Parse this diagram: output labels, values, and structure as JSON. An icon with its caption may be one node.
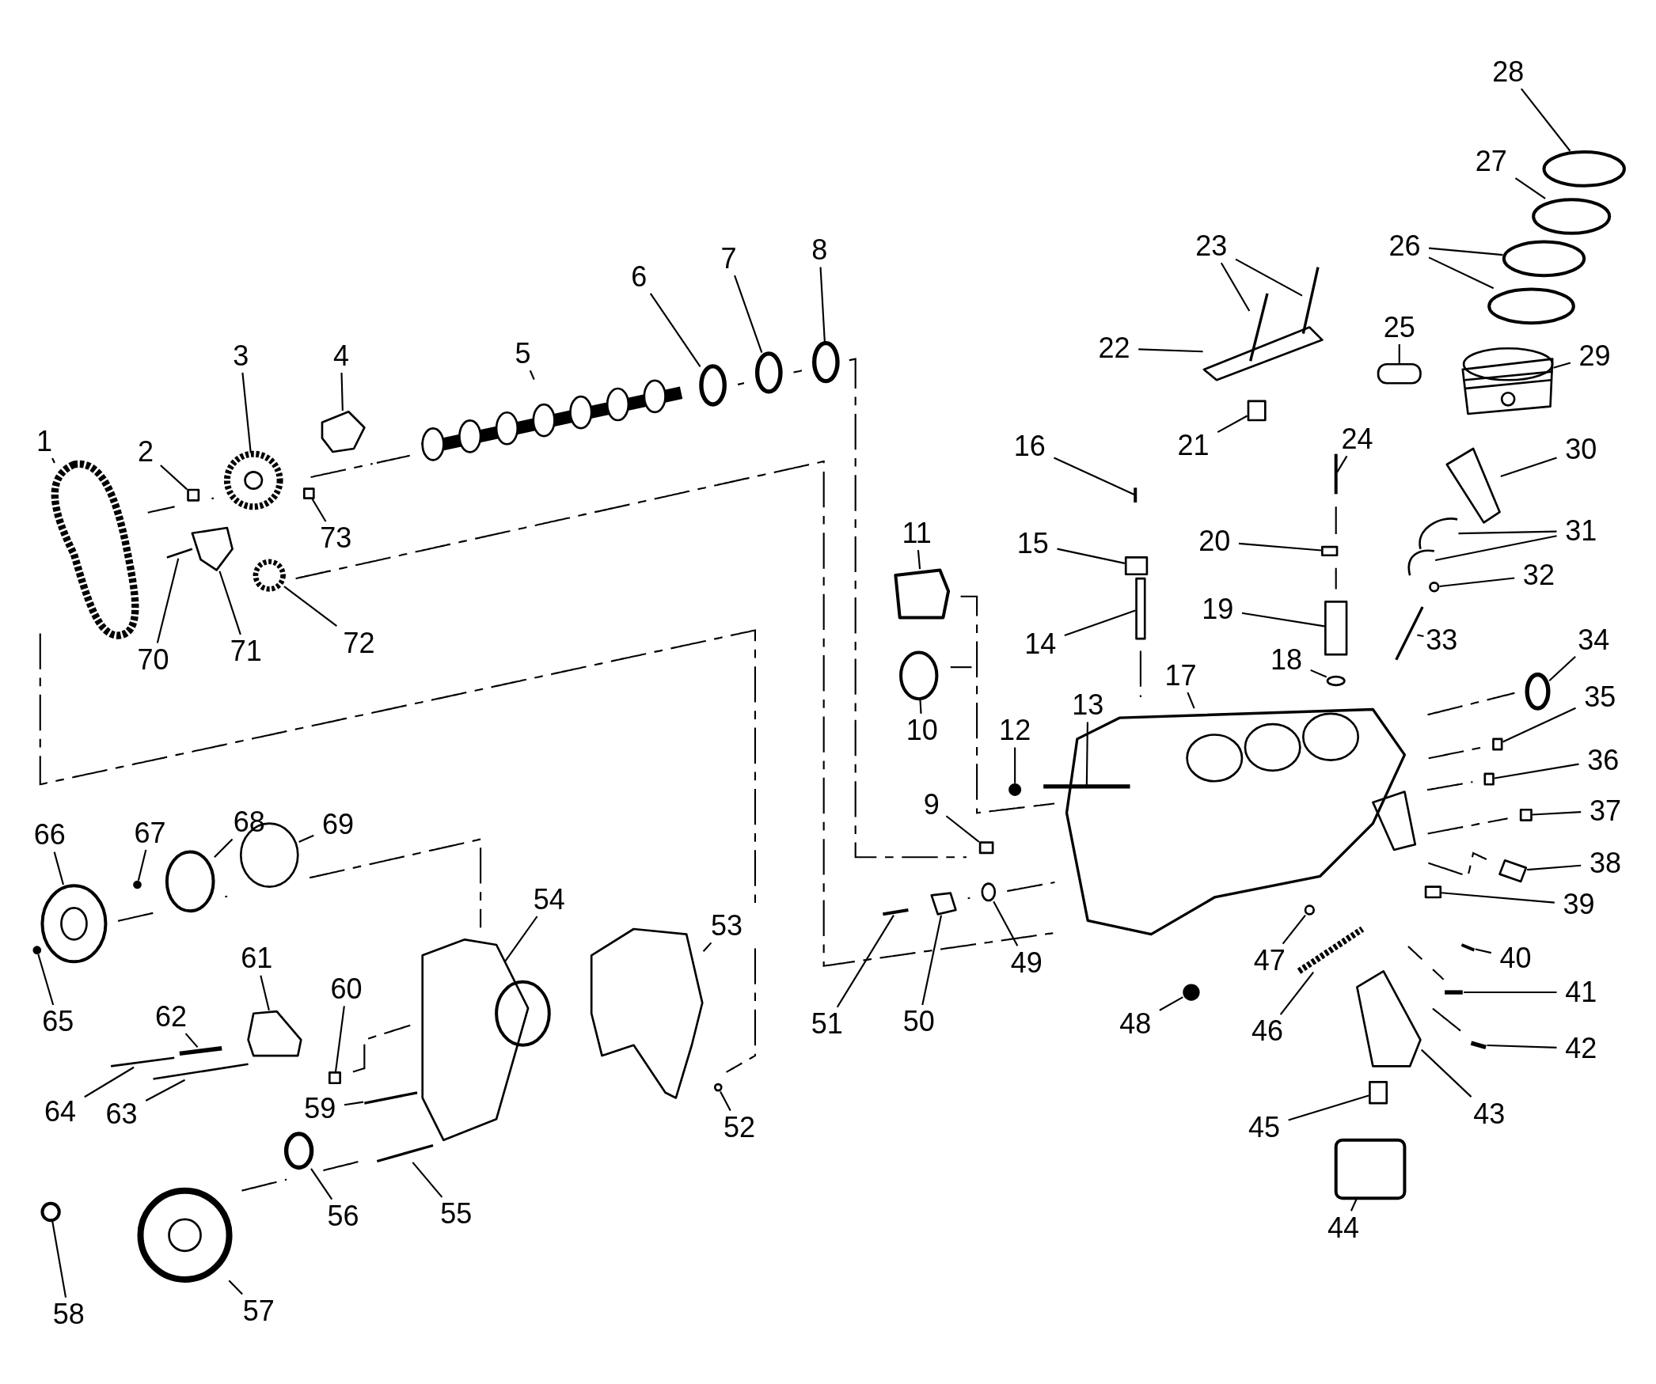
{
  "diagram": {
    "nodes": [
      {
        "text": [
          "1"
        ]
      },
      {
        "text": [
          "2"
        ]
      },
      {
        "text": [
          "3"
        ]
      },
      {
        "text": [
          "4"
        ]
      },
      {
        "text": [
          "5"
        ]
      },
      {
        "text": [
          "6"
        ]
      },
      {
        "text": [
          "7"
        ]
      },
      {
        "text": [
          "8"
        ]
      },
      {
        "text": [
          "9"
        ]
      },
      {
        "text": [
          "10"
        ]
      },
      {
        "text": [
          "11"
        ]
      },
      {
        "text": [
          "12"
        ]
      },
      {
        "text": [
          "13"
        ]
      },
      {
        "text": [
          "14"
        ]
      },
      {
        "text": [
          "15"
        ]
      },
      {
        "text": [
          "16"
        ]
      },
      {
        "text": [
          "17"
        ]
      },
      {
        "text": [
          "18"
        ]
      },
      {
        "text": [
          "19"
        ]
      },
      {
        "text": [
          "20"
        ]
      },
      {
        "text": [
          "21"
        ]
      },
      {
        "text": [
          "22"
        ]
      },
      {
        "text": [
          "23"
        ]
      },
      {
        "text": [
          "24"
        ]
      },
      {
        "text": [
          "25"
        ]
      },
      {
        "text": [
          "26"
        ]
      },
      {
        "text": [
          "27"
        ]
      },
      {
        "text": [
          "28"
        ]
      },
      {
        "text": [
          "29"
        ]
      },
      {
        "text": [
          "30"
        ]
      },
      {
        "text": [
          "31"
        ]
      },
      {
        "text": [
          "32"
        ]
      },
      {
        "text": [
          "33"
        ]
      },
      {
        "text": [
          "34"
        ]
      },
      {
        "text": [
          "35"
        ]
      },
      {
        "text": [
          "36"
        ]
      },
      {
        "text": [
          "37"
        ]
      },
      {
        "text": [
          "38"
        ]
      },
      {
        "text": [
          "39"
        ]
      },
      {
        "text": [
          "40"
        ]
      },
      {
        "text": [
          "41"
        ]
      },
      {
        "text": [
          "42"
        ]
      },
      {
        "text": [
          "43"
        ]
      },
      {
        "text": [
          "44"
        ]
      },
      {
        "text": [
          "45"
        ]
      },
      {
        "text": [
          "46"
        ]
      },
      {
        "text": [
          "47"
        ]
      },
      {
        "text": [
          "48"
        ]
      },
      {
        "text": [
          "49"
        ]
      },
      {
        "text": [
          "50"
        ]
      },
      {
        "text": [
          "51"
        ]
      },
      {
        "text": [
          "52"
        ]
      },
      {
        "text": [
          "53"
        ]
      },
      {
        "text": [
          "54"
        ]
      },
      {
        "text": [
          "55"
        ]
      },
      {
        "text": [
          "56"
        ]
      },
      {
        "text": [
          "57"
        ]
      },
      {
        "text": [
          "58"
        ]
      },
      {
        "text": [
          "59"
        ]
      },
      {
        "text": [
          "60"
        ]
      },
      {
        "text": [
          "61"
        ]
      },
      {
        "text": [
          "62"
        ]
      },
      {
        "text": [
          "63"
        ]
      },
      {
        "text": [
          "64"
        ]
      },
      {
        "text": [
          "65"
        ]
      },
      {
        "text": [
          "66"
        ]
      },
      {
        "text": [
          "67"
        ]
      },
      {
        "text": [
          "68"
        ]
      },
      {
        "text": [
          "69"
        ]
      },
      {
        "text": [
          "70"
        ]
      },
      {
        "text": [
          "71"
        ]
      },
      {
        "text": [
          "72"
        ]
      },
      {
        "text": [
          "73"
        ]
      },
      {
        "text": [],
        "shape": "picture"
      },
      {
        "text": [],
        "shape": "box"
      },
      {
        "text": [],
        "shape": "picture"
      },
      {
        "text": [],
        "shape": "picture"
      },
      {
        "text": [],
        "shape": "picture"
      },
      {
        "text": [],
        "shape": "circle"
      },
      {
        "text": [],
        "shape": "circle"
      },
      {
        "text": [],
        "shape": "circle"
      },
      {
        "text": [],
        "shape": "box"
      },
      {
        "text": [],
        "shape": "circle"
      },
      {
        "text": [],
        "shape": "picture"
      },
      {
        "text": [],
        "shape": "circle"
      },
      {
        "text": [],
        "shape": "picture"
      },
      {
        "text": [],
        "shape": "box"
      },
      {
        "text": [],
        "shape": "box"
      },
      {
        "text": [],
        "shape": "picture"
      },
      {
        "text": [],
        "shape": "picture"
      },
      {
        "text": [],
        "shape": "circle"
      },
      {
        "text": [],
        "shape": "box"
      },
      {
        "text": [],
        "shape": "box"
      },
      {
        "text": [],
        "shape": "box"
      },
      {
        "text": [],
        "shape": "picture"
      },
      {
        "text": [],
        "shape": "picture"
      },
      {
        "text": [],
        "shape": "picture"
      },
      {
        "text": [],
        "shape": "picture"
      },
      {
        "text": [],
        "shape": "box"
      },
      {
        "text": [],
        "shape": "circle"
      },
      {
        "text": [],
        "shape": "circle"
      },
      {
        "text": [],
        "shape": "circle"
      },
      {
        "text": [],
        "shape": "circle"
      },
      {
        "text": [],
        "shape": "picture"
      },
      {
        "text": [],
        "shape": "picture"
      },
      {
        "text": [],
        "shape": "picture"
      },
      {
        "text": [],
        "shape": "picture"
      },
      {
        "text": [],
        "shape": "circle"
      },
      {
        "text": [],
        "shape": "picture"
      },
      {
        "text": [],
        "shape": "circle"
      },
      {
        "text": [],
        "shape": "box"
      },
      {
        "text": [],
        "shape": "box"
      },
      {
        "text": [],
        "shape": "box"
      },
      {
        "text": [],
        "shape": "picture"
      },
      {
        "text": [],
        "shape": "box"
      },
      {
        "text": [],
        "shape": "picture"
      },
      {
        "text": [],
        "shape": "picture"
      },
      {
        "text": [],
        "shape": "picture"
      },
      {
        "text": [],
        "shape": "picture"
      },
      {
        "text": [],
        "shape": "box"
      },
      {
        "text": [],
        "shape": "box"
      },
      {
        "text": [],
        "shape": "picture"
      },
      {
        "text": [],
        "shape": "circle"
      },
      {
        "text": [],
        "shape": "circle"
      },
      {
        "text": [],
        "shape": "circle"
      },
      {
        "text": [],
        "shape": "picture"
      },
      {
        "text": [],
        "shape": "picture"
      },
      {
        "text": [],
        "shape": "circle"
      },
      {
        "text": [],
        "shape": "picture"
      },
      {
        "text": [],
        "shape": "picture"
      },
      {
        "text": [],
        "shape": "picture"
      },
      {
        "text": [],
        "shape": "circle"
      },
      {
        "text": [],
        "shape": "picture"
      },
      {
        "text": [],
        "shape": "circle"
      },
      {
        "text": [],
        "shape": "picture"
      },
      {
        "text": [],
        "shape": "box"
      },
      {
        "text": [],
        "shape": "picture"
      },
      {
        "text": [],
        "shape": "picture"
      },
      {
        "text": [],
        "shape": "picture"
      },
      {
        "text": [],
        "shape": "picture"
      },
      {
        "text": [],
        "shape": "circle"
      },
      {
        "text": [],
        "shape": "picture"
      },
      {
        "text": [],
        "shape": "circle"
      },
      {
        "text": [],
        "shape": "circle"
      },
      {
        "text": [],
        "shape": "circle"
      },
      {
        "text": [],
        "shape": "picture"
      },
      {
        "text": [],
        "shape": "picture"
      },
      {
        "text": [],
        "shape": "circle"
      },
      {
        "text": [],
        "shape": "box"
      }
    ],
    "edges": [
      {
        "from": 0,
        "to": 73,
        "arrow": "none"
      },
      {
        "from": 1,
        "to": 74,
        "arrow": "none"
      },
      {
        "from": 2,
        "to": 75,
        "arrow": "none"
      },
      {
        "from": 3,
        "to": 76,
        "arrow": "none"
      },
      {
        "from": 4,
        "to": 77,
        "arrow": "none"
      },
      {
        "from": 5,
        "to": 78,
        "arrow": "none"
      },
      {
        "from": 6,
        "to": 79,
        "arrow": "none"
      },
      {
        "from": 7,
        "to": 80,
        "arrow": "none"
      },
      {
        "from": 8,
        "to": 81,
        "arrow": "none"
      },
      {
        "from": 9,
        "to": 82,
        "arrow": "none"
      },
      {
        "from": 10,
        "to": 83,
        "arrow": "none"
      },
      {
        "from": 11,
        "to": 84,
        "arrow": "none"
      },
      {
        "from": 12,
        "to": 85,
        "arrow": "none"
      },
      {
        "from": 13,
        "to": 86,
        "arrow": "none"
      },
      {
        "from": 14,
        "to": 87,
        "arrow": "none"
      },
      {
        "from": 15,
        "to": 88,
        "arrow": "none"
      },
      {
        "from": 16,
        "to": 89,
        "arrow": "none"
      },
      {
        "from": 17,
        "to": 90,
        "arrow": "none"
      },
      {
        "from": 18,
        "to": 91,
        "arrow": "none"
      },
      {
        "from": 19,
        "to": 92,
        "arrow": "none"
      },
      {
        "from": 20,
        "to": 93,
        "arrow": "none"
      },
      {
        "from": 21,
        "to": 94,
        "arrow": "none"
      },
      {
        "from": 22,
        "to": 95,
        "arrow": "none"
      },
      {
        "from": 22,
        "to": 96,
        "arrow": "none"
      },
      {
        "from": 23,
        "to": 97,
        "arrow": "none"
      },
      {
        "from": 24,
        "to": 98,
        "arrow": "none"
      },
      {
        "from": 25,
        "to": 99,
        "arrow": "none"
      },
      {
        "from": 25,
        "to": 100,
        "arrow": "none"
      },
      {
        "from": 26,
        "to": 101,
        "arrow": "none"
      },
      {
        "from": 27,
        "to": 102,
        "arrow": "none"
      },
      {
        "from": 28,
        "to": 103,
        "arrow": "none"
      },
      {
        "from": 29,
        "to": 104,
        "arrow": "none"
      },
      {
        "from": 30,
        "to": 105,
        "arrow": "none"
      },
      {
        "from": 30,
        "to": 106,
        "arrow": "none"
      },
      {
        "from": 31,
        "to": 107,
        "arrow": "none"
      },
      {
        "from": 32,
        "to": 108,
        "arrow": "none"
      },
      {
        "from": 33,
        "to": 109,
        "arrow": "none"
      },
      {
        "from": 34,
        "to": 110,
        "arrow": "none"
      },
      {
        "from": 35,
        "to": 111,
        "arrow": "none"
      },
      {
        "from": 36,
        "to": 112,
        "arrow": "none"
      },
      {
        "from": 37,
        "to": 113,
        "arrow": "none"
      },
      {
        "from": 38,
        "to": 114,
        "arrow": "none"
      },
      {
        "from": 39,
        "to": 115,
        "arrow": "none"
      },
      {
        "from": 40,
        "to": 116,
        "arrow": "none"
      },
      {
        "from": 41,
        "to": 117,
        "arrow": "none"
      },
      {
        "from": 42,
        "to": 118,
        "arrow": "none"
      },
      {
        "from": 43,
        "to": 119,
        "arrow": "none"
      },
      {
        "from": 44,
        "to": 120,
        "arrow": "none"
      },
      {
        "from": 45,
        "to": 121,
        "arrow": "none"
      },
      {
        "from": 46,
        "to": 122,
        "arrow": "none"
      },
      {
        "from": 47,
        "to": 123,
        "arrow": "none"
      },
      {
        "from": 48,
        "to": 124,
        "arrow": "none"
      },
      {
        "from": 49,
        "to": 125,
        "arrow": "none"
      },
      {
        "from": 50,
        "to": 126,
        "arrow": "none"
      },
      {
        "from": 51,
        "to": 127,
        "arrow": "none"
      },
      {
        "from": 52,
        "to": 128,
        "arrow": "none"
      },
      {
        "from": 53,
        "to": 129,
        "arrow": "none"
      },
      {
        "from": 54,
        "to": 130,
        "arrow": "none"
      },
      {
        "from": 55,
        "to": 131,
        "arrow": "none"
      },
      {
        "from": 56,
        "to": 132,
        "arrow": "none"
      },
      {
        "from": 57,
        "to": 133,
        "arrow": "none"
      },
      {
        "from": 58,
        "to": 134,
        "arrow": "none"
      },
      {
        "from": 59,
        "to": 135,
        "arrow": "none"
      },
      {
        "from": 60,
        "to": 136,
        "arrow": "none"
      },
      {
        "from": 61,
        "to": 137,
        "arrow": "none"
      },
      {
        "from": 62,
        "to": 138,
        "arrow": "none"
      },
      {
        "from": 63,
        "to": 139,
        "arrow": "none"
      },
      {
        "from": 64,
        "to": 140,
        "arrow": "none"
      },
      {
        "from": 65,
        "to": 141,
        "arrow": "none"
      },
      {
        "from": 66,
        "to": 142,
        "arrow": "none"
      },
      {
        "from": 67,
        "to": 143,
        "arrow": "none"
      },
      {
        "from": 68,
        "to": 144,
        "arrow": "none"
      },
      {
        "from": 69,
        "to": 145,
        "arrow": "none"
      },
      {
        "from": 70,
        "to": 146,
        "arrow": "none"
      },
      {
        "from": 71,
        "to": 147,
        "arrow": "none"
      },
      {
        "from": 72,
        "to": 148,
        "arrow": "none"
      }
    ]
  }
}
